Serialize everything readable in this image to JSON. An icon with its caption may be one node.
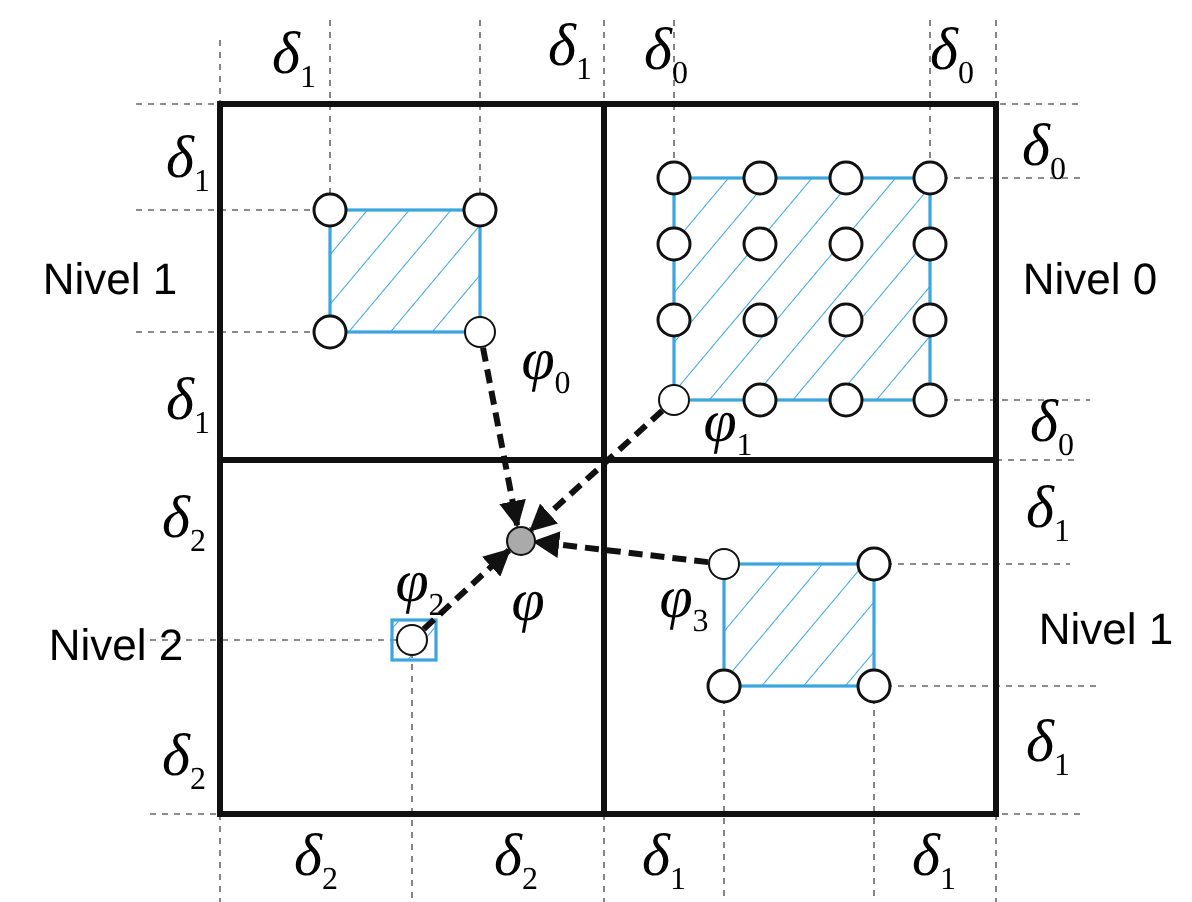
{
  "diagram": {
    "nodes": [
      {
        "text": [],
        "shape": "circle",
        "beside": [
          "φ$_{0}$"
        ]
      },
      {
        "text": [],
        "shape": "circle",
        "beside": [
          "φ$_{1}$"
        ]
      },
      {
        "text": [],
        "shape": "circle",
        "beside": [
          "φ$_{2}$"
        ]
      },
      {
        "text": [],
        "shape": "circle",
        "beside": [
          "φ$_{3}$"
        ]
      },
      {
        "text": [],
        "shape": "circle",
        "beside": [
          "φ"
        ]
      }
    ],
    "edges": [
      {
        "from": 0,
        "to": 4,
        "arrow": "to",
        "style": "dashed"
      },
      {
        "from": 1,
        "to": 4,
        "arrow": "to",
        "style": "dashed"
      },
      {
        "from": 2,
        "to": 4,
        "arrow": "to",
        "style": "dashed"
      },
      {
        "from": 3,
        "to": 4,
        "arrow": "to",
        "style": "dashed"
      }
    ],
    "labels": [
      "δ$_{1}$",
      "δ$_{1}$",
      "δ$_{0}$",
      "δ$_{0}$",
      "δ$_{1}$",
      "δ$_{0}$",
      "Nivel 1",
      "Nivel 0",
      "δ$_{1}$",
      "δ$_{0}$",
      "δ$_{2}$",
      "δ$_{1}$",
      "Nivel 2",
      "Nivel 1",
      "δ$_{2}$",
      "δ$_{1}$",
      "δ$_{2}$",
      "δ$_{2}$",
      "δ$_{1}$",
      "δ$_{1}$"
    ]
  }
}
